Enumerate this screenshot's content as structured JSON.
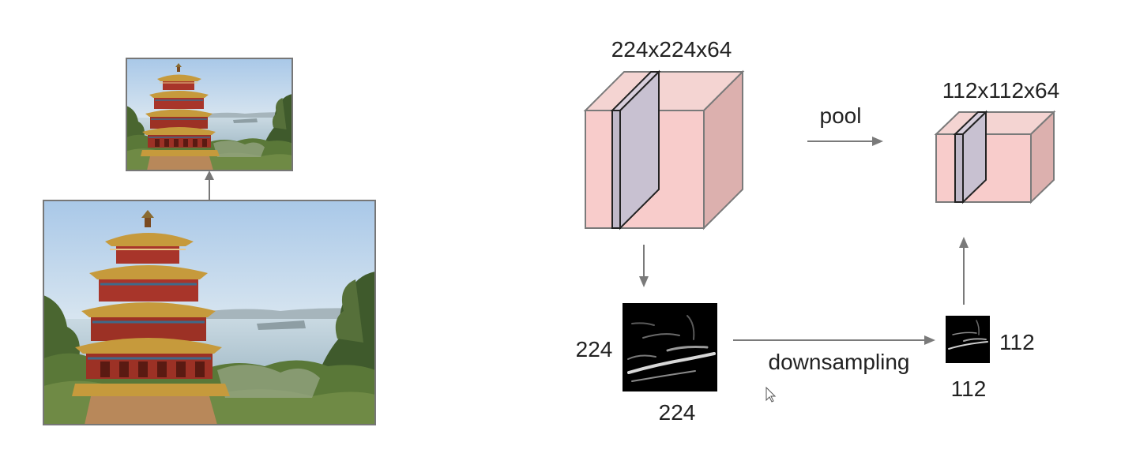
{
  "diagram": {
    "input_volume": {
      "dims": "224x224x64"
    },
    "output_volume": {
      "dims": "112x112x64"
    },
    "operation": {
      "label": "pool"
    },
    "slice_large": {
      "height": "224",
      "width": "224"
    },
    "slice_small": {
      "height": "112",
      "width": "112"
    },
    "process": {
      "label": "downsampling"
    }
  },
  "colors": {
    "cube_face": "#f8cccb",
    "cube_top": "#f4d4d2",
    "cube_side": "#dcb0ae",
    "slice_fill": "#c8c1d1",
    "edge": "#7a7a7a",
    "arrow": "#7a7a7a"
  },
  "icons": [
    "mouse-cursor-icon"
  ]
}
